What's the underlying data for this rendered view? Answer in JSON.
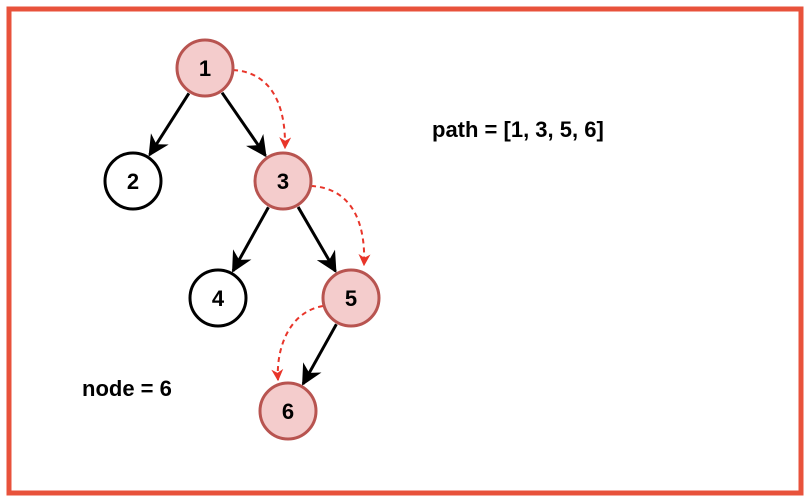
{
  "colors": {
    "frame": "#e8523b",
    "highlight_fill": "#f4cccc",
    "highlight_stroke": "#b85450",
    "plain_fill": "#ffffff",
    "plain_stroke": "#000000",
    "edge": "#000000",
    "path_arrow": "#e8352a"
  },
  "nodes": [
    {
      "id": "n1",
      "label": "1",
      "highlighted": true
    },
    {
      "id": "n2",
      "label": "2",
      "highlighted": false
    },
    {
      "id": "n3",
      "label": "3",
      "highlighted": true
    },
    {
      "id": "n4",
      "label": "4",
      "highlighted": false
    },
    {
      "id": "n5",
      "label": "5",
      "highlighted": true
    },
    {
      "id": "n6",
      "label": "6",
      "highlighted": true
    }
  ],
  "edges": [
    {
      "from": "n1",
      "to": "n2"
    },
    {
      "from": "n1",
      "to": "n3"
    },
    {
      "from": "n3",
      "to": "n4"
    },
    {
      "from": "n3",
      "to": "n5"
    },
    {
      "from": "n5",
      "to": "n6"
    }
  ],
  "path_arrows": [
    {
      "from": "n1",
      "to": "n3"
    },
    {
      "from": "n3",
      "to": "n5"
    },
    {
      "from": "n5",
      "to": "n6"
    }
  ],
  "annotations": {
    "path_text": "path = [1, 3, 5, 6]",
    "node_text": "node = 6"
  }
}
